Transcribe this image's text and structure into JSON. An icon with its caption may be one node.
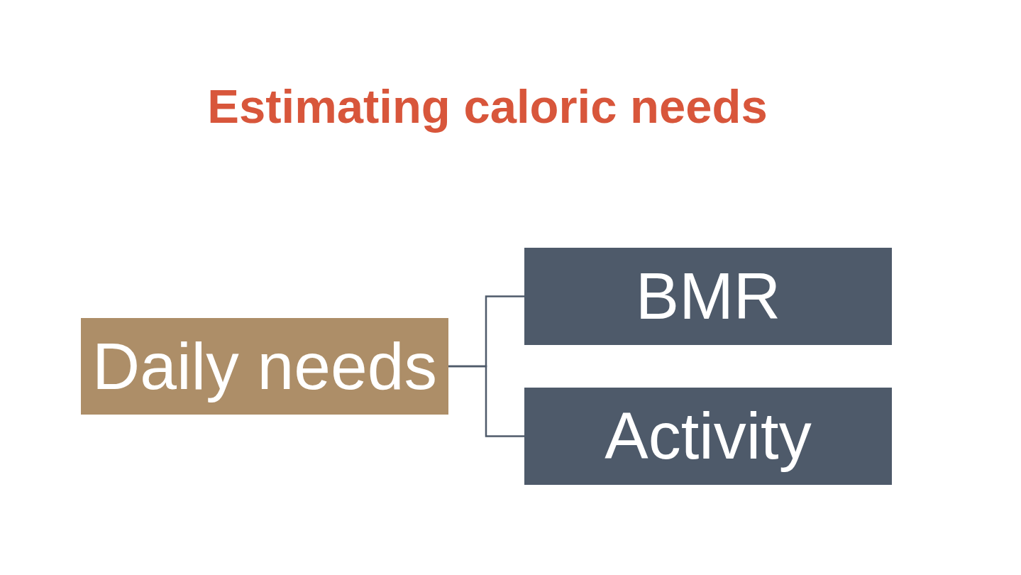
{
  "diagram": {
    "title": "Estimating caloric needs",
    "nodes": [
      {
        "text": [
          "Daily needs"
        ]
      },
      {
        "text": [
          "BMR"
        ]
      },
      {
        "text": [
          "Activity"
        ]
      }
    ],
    "edges": [
      {
        "from": 0,
        "to": 1,
        "arrow": "none"
      },
      {
        "from": 0,
        "to": 2,
        "arrow": "none"
      }
    ]
  }
}
